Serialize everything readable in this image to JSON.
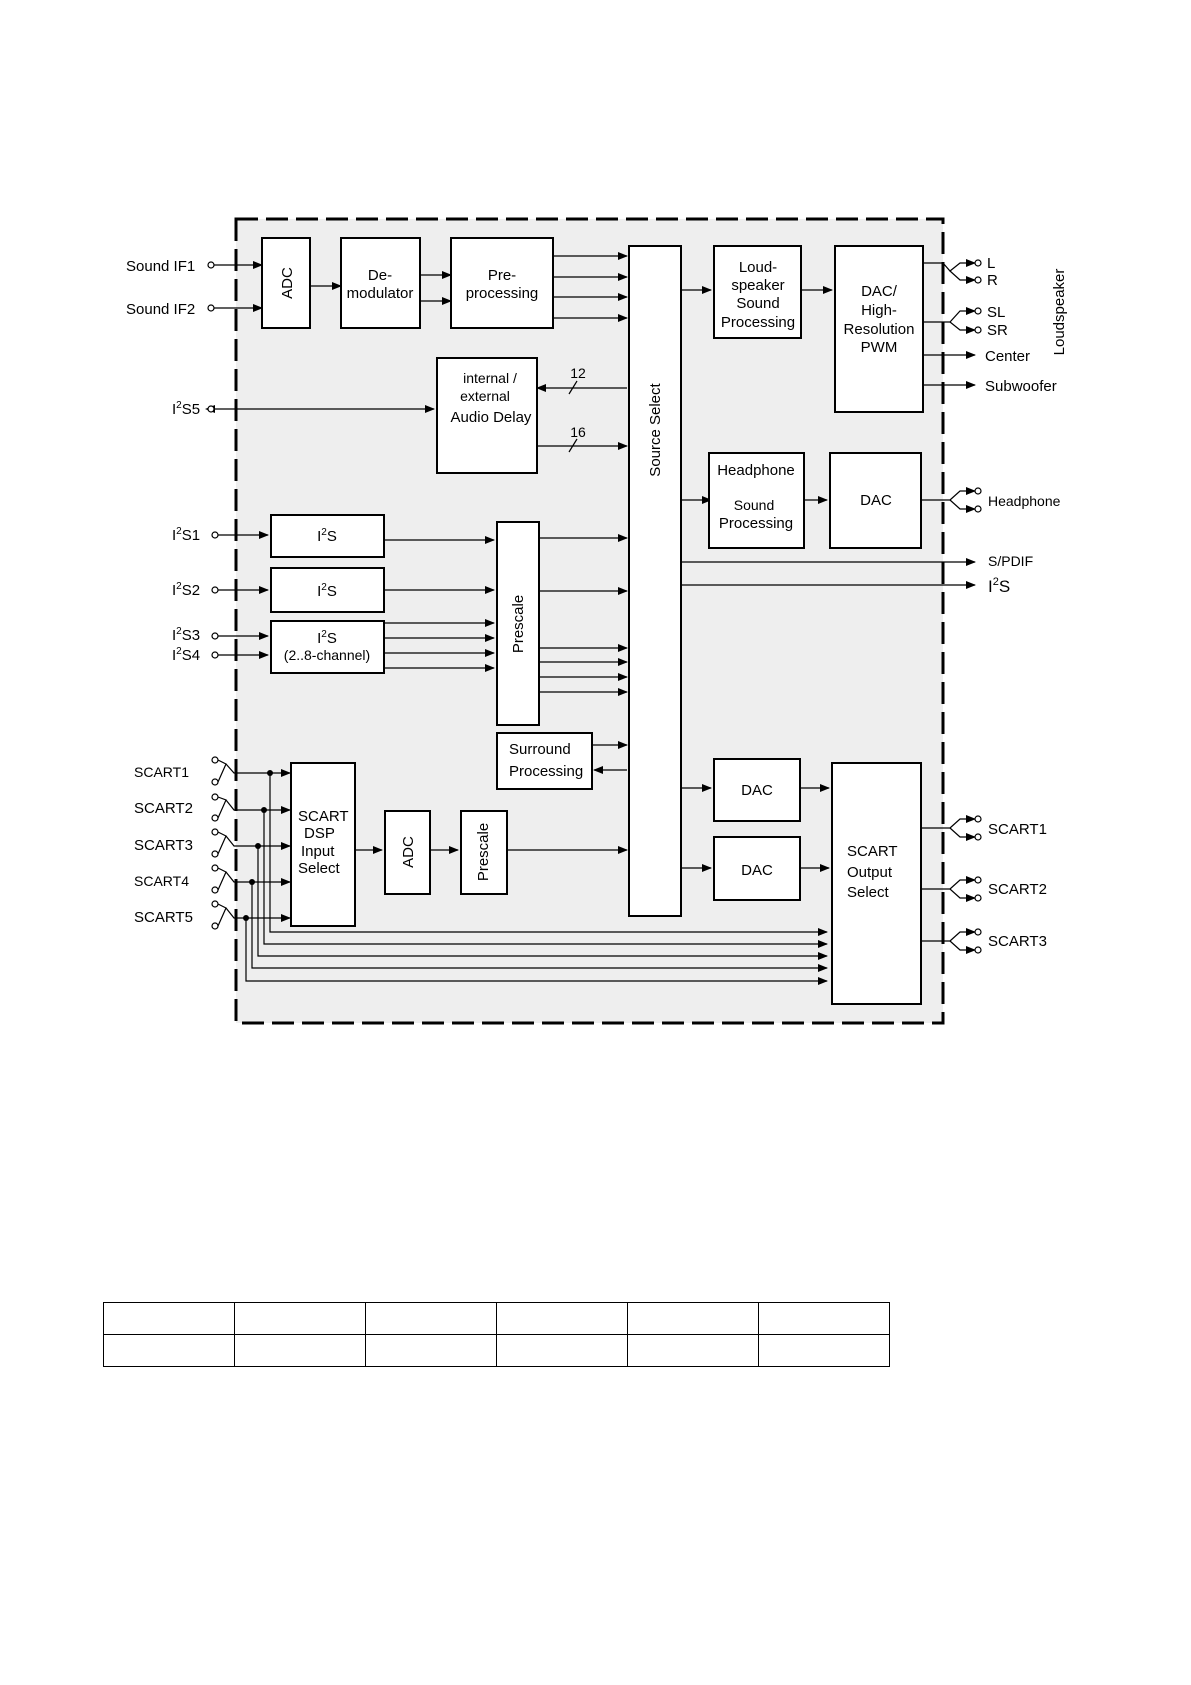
{
  "inputs": {
    "sound_if1": "Sound IF1",
    "sound_if2": "Sound IF2",
    "i2s5": "S5",
    "i2s1": "S1",
    "i2s2": "S2",
    "i2s3": "S3",
    "i2s4": "S4",
    "scart1": "SCART1",
    "scart2": "SCART2",
    "scart3": "SCART3",
    "scart4": "SCART4",
    "scart5": "SCART5"
  },
  "blocks": {
    "adc_top": "ADC",
    "demod_1": "De-",
    "demod_2": "modulator",
    "preproc_1": "Pre-",
    "preproc_2": "processing",
    "delay_1": "internal /",
    "delay_2": "external",
    "delay_3": "Audio Delay",
    "bus_12": "12",
    "bus_16": "16",
    "i2s_rx1": "S",
    "i2s_rx2": "S",
    "i2s_rx3": "S",
    "i2s_rx3_sub": "(2..8-channel)",
    "prescale_main": "Prescale",
    "surround_1": "Surround",
    "surround_2": "Processing",
    "source_select": "Source Select",
    "ls_proc_1": "Loud-",
    "ls_proc_2": "speaker",
    "ls_proc_3": "Sound",
    "ls_proc_4": "Processing",
    "dac_pwm_1": "DAC/",
    "dac_pwm_2": "High-",
    "dac_pwm_3": "Resolution",
    "dac_pwm_4": "PWM",
    "hp_proc_1": "Headphone",
    "hp_proc_2": "Sound",
    "hp_proc_3": "Processing",
    "dac_hp": "DAC",
    "scart_dsp_1": "SCART",
    "scart_dsp_2": "DSP",
    "scart_dsp_3": "Input",
    "scart_dsp_4": "Select",
    "adc_scart": "ADC",
    "prescale_scart": "Prescale",
    "dac_scart1": "DAC",
    "dac_scart2": "DAC",
    "scart_out_1": "SCART",
    "scart_out_2": "Output",
    "scart_out_3": "Select"
  },
  "outputs": {
    "l": "L",
    "r": "R",
    "sl": "SL",
    "sr": "SR",
    "center": "Center",
    "subwoofer": "Subwoofer",
    "loudspeaker_group": "Loudspeaker",
    "headphone": "Headphone",
    "spdif": "S/PDIF",
    "i2s_out": "S",
    "scart1": "SCART1",
    "scart2": "SCART2",
    "scart3": "SCART3"
  },
  "superscript": "2",
  "i_letter": "I"
}
